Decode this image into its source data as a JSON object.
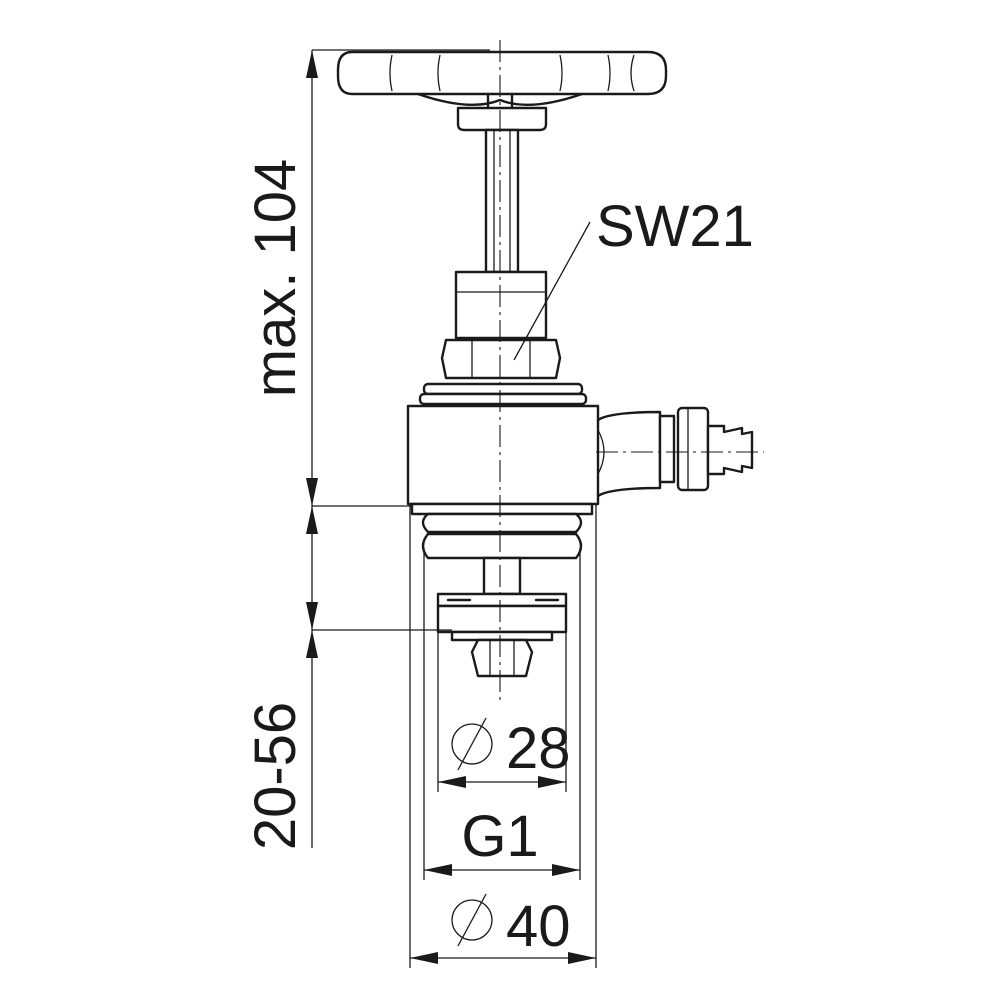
{
  "labels": {
    "height_max": "max. 104",
    "wrench_size": "SW21",
    "stroke_range": "20-56",
    "diameter_inner": "28",
    "thread": "G1",
    "diameter_outer": "40"
  },
  "icons": {
    "diameter_symbol": "diameter-icon"
  },
  "colors": {
    "line": "#1a1a1a",
    "background": "#ffffff"
  }
}
